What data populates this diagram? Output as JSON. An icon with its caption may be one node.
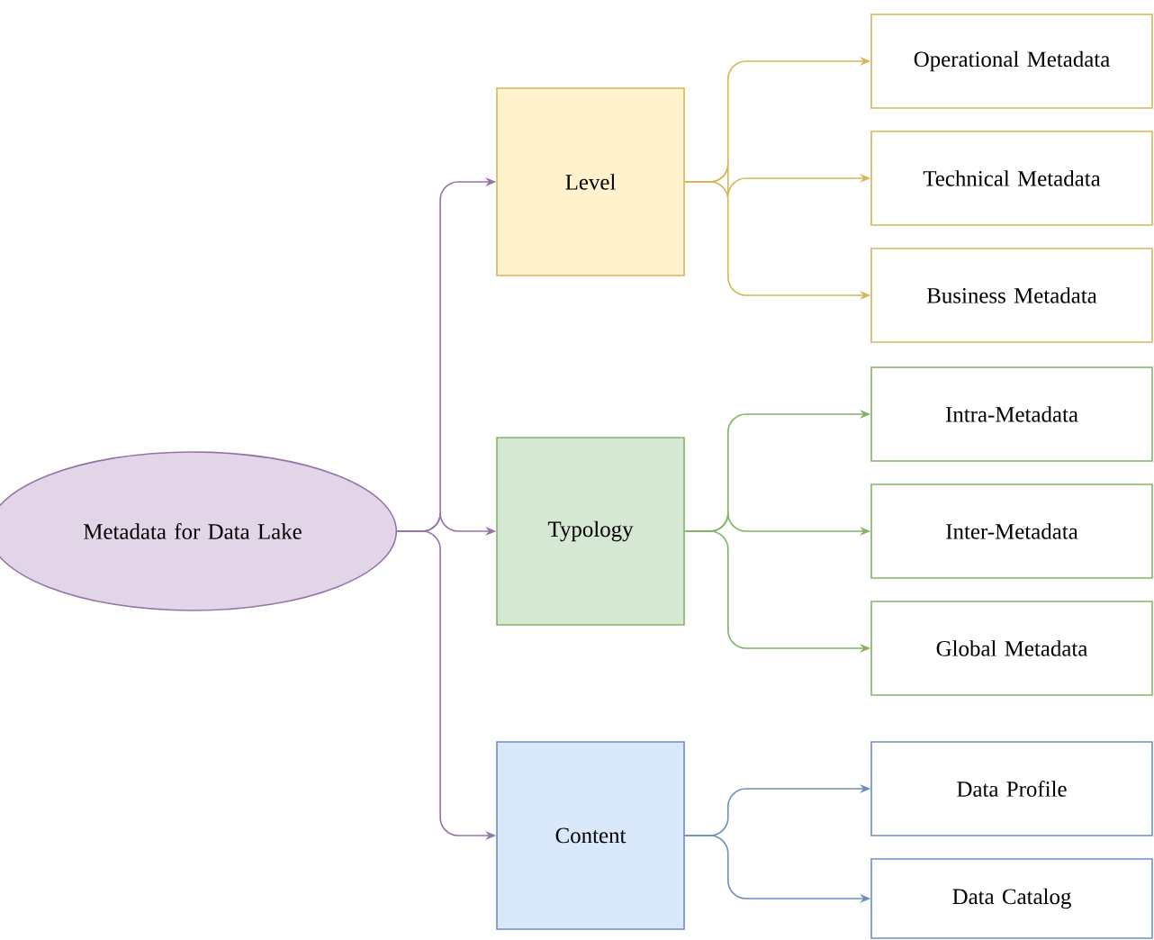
{
  "diagram": {
    "nodes": [
      {
        "text": [
          "Metadata for Data Lake"
        ]
      },
      {
        "text": [
          "Level"
        ]
      },
      {
        "text": [
          "Typology"
        ]
      },
      {
        "text": [
          "Content"
        ]
      },
      {
        "text": [
          "Operational Metadata"
        ]
      },
      {
        "text": [
          "Technical Metadata"
        ]
      },
      {
        "text": [
          "Business Metadata"
        ]
      },
      {
        "text": [
          "Intra-Metadata"
        ]
      },
      {
        "text": [
          "Inter-Metadata"
        ]
      },
      {
        "text": [
          "Global Metadata"
        ]
      },
      {
        "text": [
          "Data Profile"
        ]
      },
      {
        "text": [
          "Data Catalog"
        ]
      }
    ],
    "edges": [
      {
        "from": 0,
        "to": 1,
        "arrow": "to",
        "color": "#9673a6"
      },
      {
        "from": 0,
        "to": 2,
        "arrow": "to",
        "color": "#9673a6"
      },
      {
        "from": 0,
        "to": 3,
        "arrow": "to",
        "color": "#9673a6"
      },
      {
        "from": 1,
        "to": 4,
        "arrow": "to",
        "color": "#d6b656"
      },
      {
        "from": 1,
        "to": 5,
        "arrow": "to",
        "color": "#d6b656"
      },
      {
        "from": 1,
        "to": 6,
        "arrow": "to",
        "color": "#d6b656"
      },
      {
        "from": 2,
        "to": 7,
        "arrow": "to",
        "color": "#82b366"
      },
      {
        "from": 2,
        "to": 8,
        "arrow": "to",
        "color": "#82b366"
      },
      {
        "from": 2,
        "to": 9,
        "arrow": "to",
        "color": "#82b366"
      },
      {
        "from": 3,
        "to": 10,
        "arrow": "to",
        "color": "#6c8ebf"
      },
      {
        "from": 3,
        "to": 11,
        "arrow": "to",
        "color": "#6c8ebf"
      }
    ]
  }
}
